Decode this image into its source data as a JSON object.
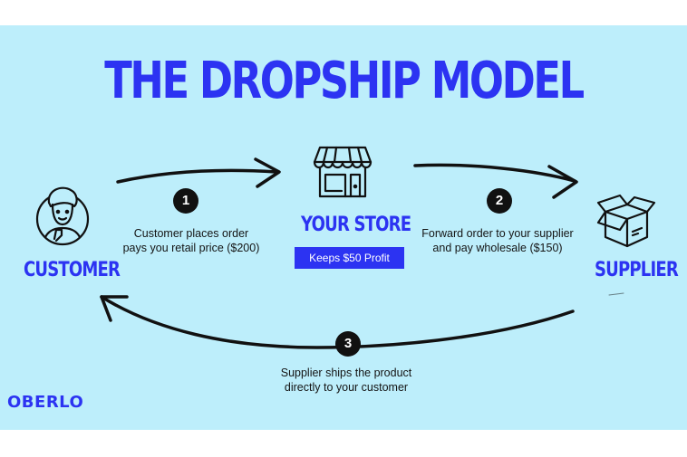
{
  "title": "THE DROPSHIP MODEL",
  "nodes": {
    "customer": "CUSTOMER",
    "store": "YOUR STORE",
    "supplier": "SUPPLIER"
  },
  "store_badge": "Keeps $50 Profit",
  "steps": [
    {
      "number": "1",
      "line1": "Customer places order",
      "line2": "pays you retail price ($200)"
    },
    {
      "number": "2",
      "line1": "Forward order to your supplier",
      "line2": "and pay wholesale ($150)"
    },
    {
      "number": "3",
      "line1": "Supplier ships the product",
      "line2": "directly to your customer"
    }
  ],
  "brand": "OBERLO",
  "colors": {
    "background": "#bdeefb",
    "accent": "#2c33f2",
    "ink": "#111111"
  },
  "icons": [
    "customer-avatar-icon",
    "storefront-icon",
    "box-icon"
  ]
}
